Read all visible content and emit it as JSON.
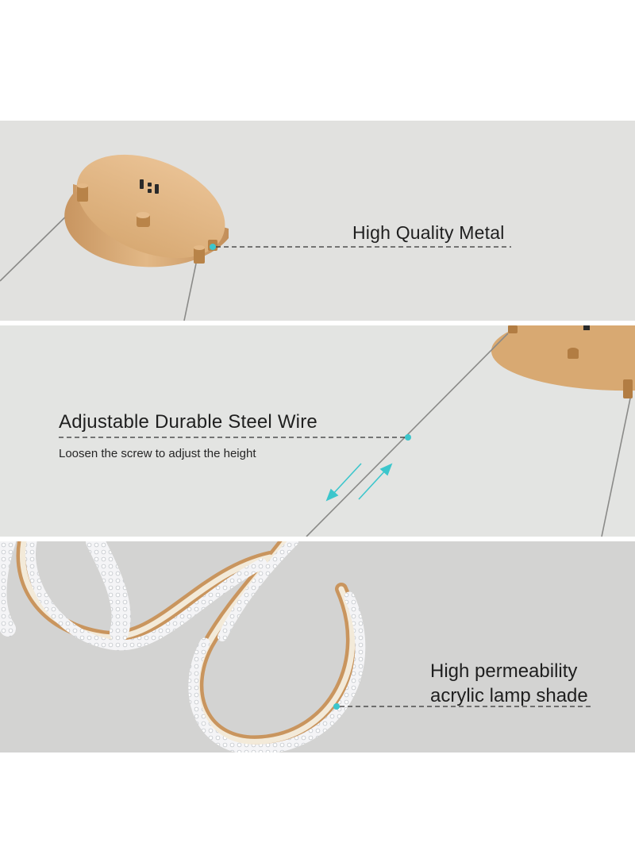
{
  "colors": {
    "page_background": "#ffffff",
    "panel_background": "#e1e1df",
    "shade_panel_background": "#d3d3d2",
    "gold_metal": "#d9ad78",
    "accent_marker": "#3cc6cc",
    "label_text": "#1f1f1f"
  },
  "features": {
    "metal": {
      "title": "High Quality Metal"
    },
    "wire": {
      "title": "Adjustable Durable Steel Wire",
      "subtitle": "Loosen the screw to adjust the height"
    },
    "shade": {
      "title_line1": "High permeability",
      "title_line2": "acrylic lamp shade"
    }
  },
  "icons": {
    "adjust_arrows": "double-arrow-icon",
    "marker": "dot-marker-icon"
  }
}
